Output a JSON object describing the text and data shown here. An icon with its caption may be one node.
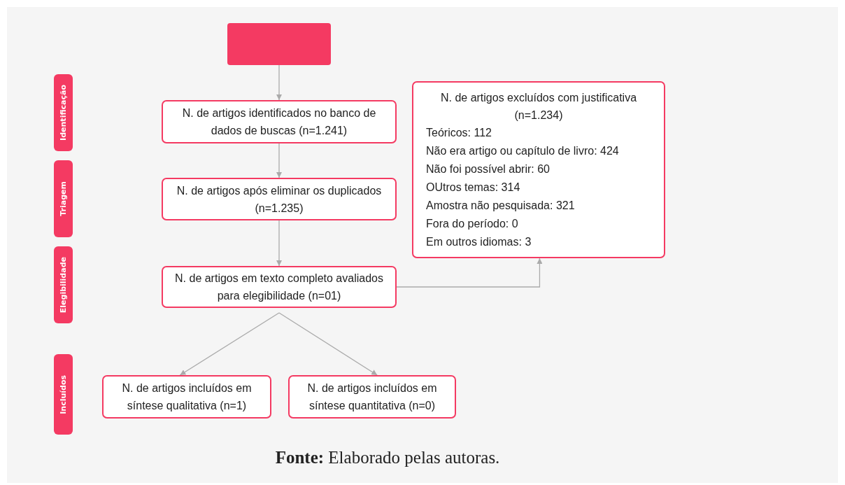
{
  "diagram": {
    "caption": "**Fonte:** Elaborado pelas autoras.",
    "nodes": [
      {
        "text": [],
        "shape": "box"
      },
      {
        "text": [
          "Identificação"
        ]
      },
      {
        "text": [
          "N. de artigos identificados no banco de dados de buscas (n=1.241)"
        ]
      },
      {
        "text": [
          "N. de artigos excluídos com justificativa (n=1.234)",
          "Teóricos: 112",
          "Não era artigo ou capítulo de livro: 424",
          "Não foi possível abrir: 60",
          "OUtros temas: 314",
          "Amostra não pesquisada: 321",
          "Fora do período: 0",
          "Em outros idiomas: 3"
        ]
      },
      {
        "text": [
          "Triagem"
        ]
      },
      {
        "text": [
          "N. de artigos após eliminar os duplicados (n=1.235)"
        ]
      },
      {
        "text": [
          "Elegibilidade"
        ]
      },
      {
        "text": [
          "N. de artigos em texto completo avaliados para elegibilidade (n=01)"
        ]
      },
      {
        "text": [
          "Incluídos"
        ]
      },
      {
        "text": [
          "N. de artigos incluídos em síntese qualitativa (n=1)"
        ]
      },
      {
        "text": [
          "N. de artigos incluídos em síntese quantitativa (n=0)"
        ]
      }
    ],
    "edges": [
      {
        "from": 0,
        "to": 2,
        "arrow": "to"
      },
      {
        "from": 2,
        "to": 5,
        "arrow": "to"
      },
      {
        "from": 5,
        "to": 7,
        "arrow": "to"
      },
      {
        "from": 7,
        "to": 3,
        "arrow": "to"
      },
      {
        "from": 7,
        "to": 9,
        "arrow": "to"
      },
      {
        "from": 7,
        "to": 10,
        "arrow": "to"
      }
    ]
  }
}
